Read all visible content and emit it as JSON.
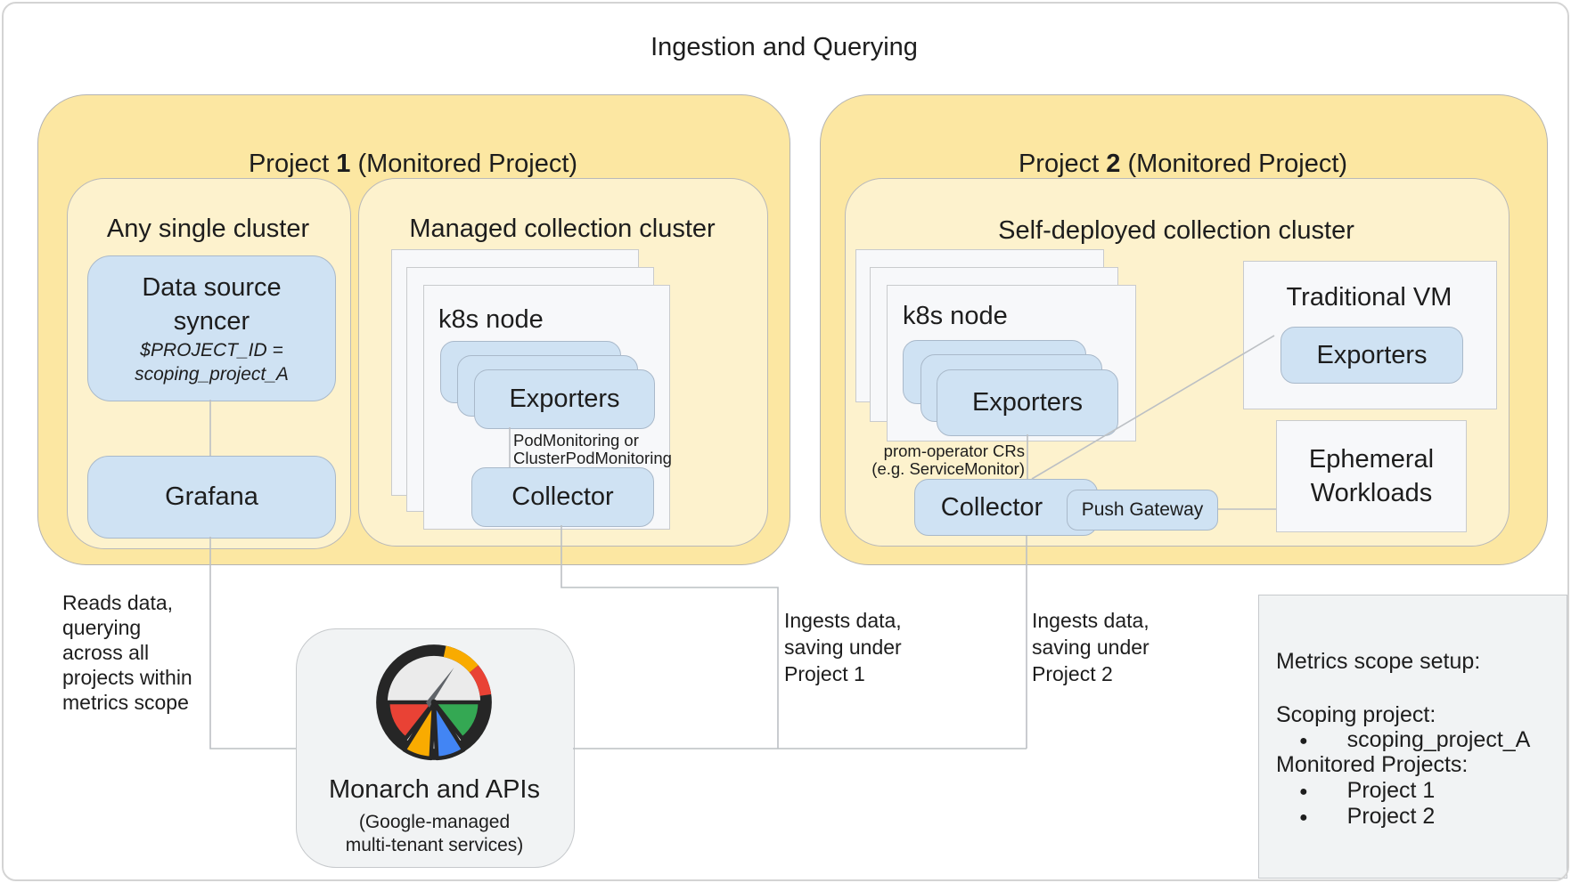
{
  "title": "Ingestion and Querying",
  "project1": {
    "header_pre": "Project ",
    "header_num": "1",
    "header_post": " (Monitored Project)",
    "any_single_cluster": {
      "title": "Any single cluster",
      "syncer_line1": "Data source",
      "syncer_line2": "syncer",
      "syncer_sub1": "$PROJECT_ID =",
      "syncer_sub2": "scoping_project_A",
      "grafana": "Grafana"
    },
    "managed_cluster": {
      "title": "Managed collection cluster",
      "k8s_node": "k8s node",
      "exporters": "Exporters",
      "pod_note_line1": "PodMonitoring or",
      "pod_note_line2": "ClusterPodMonitoring",
      "collector": "Collector"
    }
  },
  "project2": {
    "header_pre": "Project ",
    "header_num": "2",
    "header_post": " (Monitored Project)",
    "self_deployed_cluster": {
      "title": "Self-deployed collection cluster",
      "k8s_node": "k8s node",
      "exporters": "Exporters",
      "prom_note_line1": "prom-operator CRs",
      "prom_note_line2": "(e.g. ServiceMonitor)",
      "collector": "Collector",
      "push_gateway": "Push Gateway"
    },
    "traditional_vm": {
      "title": "Traditional VM",
      "exporters": "Exporters"
    },
    "ephemeral_workloads": {
      "line1": "Ephemeral",
      "line2": "Workloads"
    }
  },
  "monarch": {
    "title": "Monarch and APIs",
    "sub1": "(Google-managed",
    "sub2": "multi-tenant services)"
  },
  "annotations": {
    "reads": [
      "Reads data,",
      "querying",
      "across all",
      "projects within",
      "metrics scope"
    ],
    "ingests1": [
      "Ingests data,",
      "saving under",
      "Project 1"
    ],
    "ingests2": [
      "Ingests data,",
      "saving under",
      "Project 2"
    ]
  },
  "metrics_scope": {
    "title": "Metrics scope setup:",
    "scoping_label": "Scoping project:",
    "scoping_value": "scoping_project_A",
    "monitored_label": "Monitored Projects:",
    "monitored_values": [
      "Project 1",
      "Project 2"
    ],
    "bullet": "●"
  },
  "colors": {
    "project_fill": "#fce7a2",
    "cluster_fill": "#fdf2cd",
    "blue_fill": "#cfe2f3",
    "white_fill": "#f7f8fa",
    "gray_fill": "#f1f3f4",
    "line": "#bcc0c4",
    "gauge_red": "#e94235",
    "gauge_yellow": "#f9ab00",
    "gauge_blue": "#4285f4",
    "gauge_green": "#34a853"
  }
}
